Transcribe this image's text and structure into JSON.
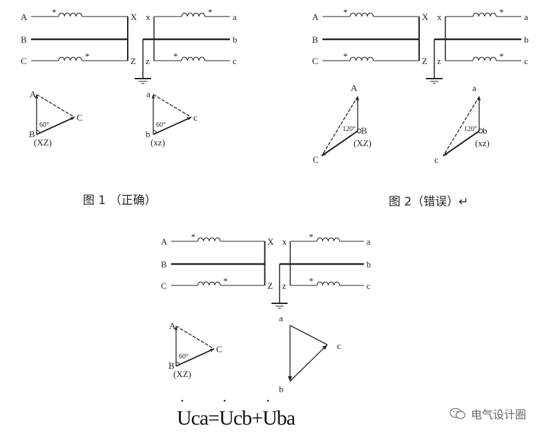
{
  "figures": [
    {
      "id": "fig1",
      "primary_labels": {
        "A": "A",
        "B": "B",
        "C": "C",
        "X": "X",
        "Z": "Z"
      },
      "secondary_labels": {
        "x": "x",
        "z": "z",
        "a": "a",
        "b": "b",
        "c": "c"
      },
      "star": "*",
      "star_positions": {
        "A": "before",
        "C": "after",
        "a": "after",
        "c": "before"
      },
      "caption": "图 1 （正确）",
      "phasor_left": {
        "top": "A",
        "bottom": "B",
        "side": "C",
        "sub": "(XZ)",
        "angle": "60°"
      },
      "phasor_right": {
        "top": "a",
        "bottom": "b",
        "side": "c",
        "sub": "(xz)",
        "angle": "60°"
      }
    },
    {
      "id": "fig2",
      "primary_labels": {
        "A": "A",
        "B": "B",
        "C": "C",
        "X": "X",
        "Z": "Z"
      },
      "secondary_labels": {
        "x": "x",
        "z": "z",
        "a": "a",
        "b": "b",
        "c": "c"
      },
      "star": "*",
      "star_positions": {
        "A": "before",
        "C": "before",
        "a": "after",
        "c": "after"
      },
      "caption": "图 2（错误）↵",
      "phasor_left": {
        "top": "A",
        "bottom": "B",
        "side": "C",
        "sub": "(XZ)",
        "angle": "120°"
      },
      "phasor_right": {
        "top": "a",
        "bottom": "b",
        "side": "c",
        "sub": "(xz)",
        "angle": "120°"
      }
    },
    {
      "id": "fig3",
      "primary_labels": {
        "A": "A",
        "B": "B",
        "C": "C",
        "X": "X",
        "Z": "Z"
      },
      "secondary_labels": {
        "x": "x",
        "z": "z",
        "a": "a",
        "b": "b",
        "c": "c"
      },
      "star": "*",
      "star_positions": {
        "A": "before",
        "C": "after",
        "a": "before",
        "c": "before"
      },
      "phasor_left": {
        "top": "A",
        "bottom": "B",
        "side": "C",
        "sub": "(XZ)",
        "angle": "60°"
      },
      "phasor_right": {
        "top": "a",
        "bottom": "b",
        "side": "c"
      }
    }
  ],
  "equation": {
    "lhs": "Uca",
    "eq": "=",
    "t1": "Ucb",
    "plus": "+",
    "t2": "Uba",
    "dotted_symbol": "U"
  },
  "watermark": {
    "text": "电气设计圈",
    "icon": "wechat-icon"
  }
}
